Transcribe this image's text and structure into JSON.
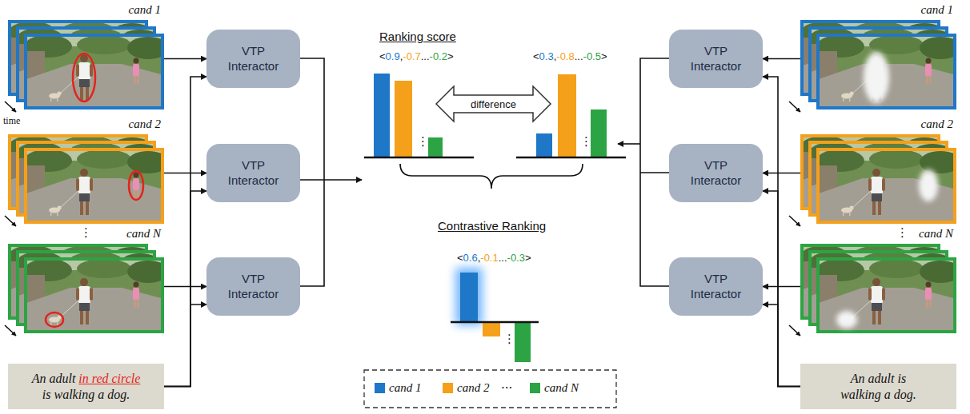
{
  "diagram": {
    "nodes": [
      {
        "text": [
          "cand 1"
        ]
      },
      {
        "text": [
          "cand 2"
        ]
      },
      {
        "text": [
          "cand N"
        ]
      },
      {
        "text": [
          "An adult",
          "in red circle",
          "is walking a dog."
        ]
      },
      {
        "text": [
          "VTP Interactor"
        ]
      },
      {
        "text": [
          "VTP Interactor"
        ]
      },
      {
        "text": [
          "VTP Interactor"
        ]
      },
      {
        "text": [
          "VTP Interactor"
        ]
      },
      {
        "text": [
          "VTP Interactor"
        ]
      },
      {
        "text": [
          "VTP Interactor"
        ]
      },
      {
        "text": [
          "cand 1"
        ]
      },
      {
        "text": [
          "cand 2"
        ]
      },
      {
        "text": [
          "cand N"
        ]
      },
      {
        "text": [
          "An adult is walking a dog."
        ]
      }
    ],
    "edges": [
      {
        "from": 0,
        "to": 4,
        "arrow": "to"
      },
      {
        "from": 1,
        "to": 5,
        "arrow": "to"
      },
      {
        "from": 2,
        "to": 6,
        "arrow": "to"
      },
      {
        "from": 3,
        "to": 4,
        "arrow": "to"
      },
      {
        "from": 3,
        "to": 5,
        "arrow": "to"
      },
      {
        "from": 3,
        "to": 6,
        "arrow": "to"
      },
      {
        "from": 10,
        "to": 7,
        "arrow": "to"
      },
      {
        "from": 11,
        "to": 8,
        "arrow": "to"
      },
      {
        "from": 12,
        "to": 9,
        "arrow": "to"
      },
      {
        "from": 13,
        "to": 7,
        "arrow": "to"
      },
      {
        "from": 13,
        "to": 8,
        "arrow": "to"
      },
      {
        "from": 13,
        "to": 9,
        "arrow": "to"
      }
    ],
    "labels": [
      "time",
      "⋮",
      "Ranking score",
      "<",
      "0.9",
      ",",
      "-0.7",
      "...",
      "-0.2",
      ">",
      "<",
      "0.3",
      ",",
      "-0.8",
      "...",
      "-0.5",
      ">",
      "difference",
      "⋮",
      "⋮",
      "Contrastive Ranking",
      "<",
      "0.6",
      ",",
      "-0.1",
      "...",
      "-0.3",
      ">",
      "⋮",
      "⋮",
      "···"
    ],
    "legend": [
      {
        "text": "cand 1",
        "color": "#1f77c8"
      },
      {
        "text": "cand 2",
        "color": "#f5a01a"
      },
      {
        "text": "cand N",
        "color": "#2ca444"
      }
    ]
  }
}
